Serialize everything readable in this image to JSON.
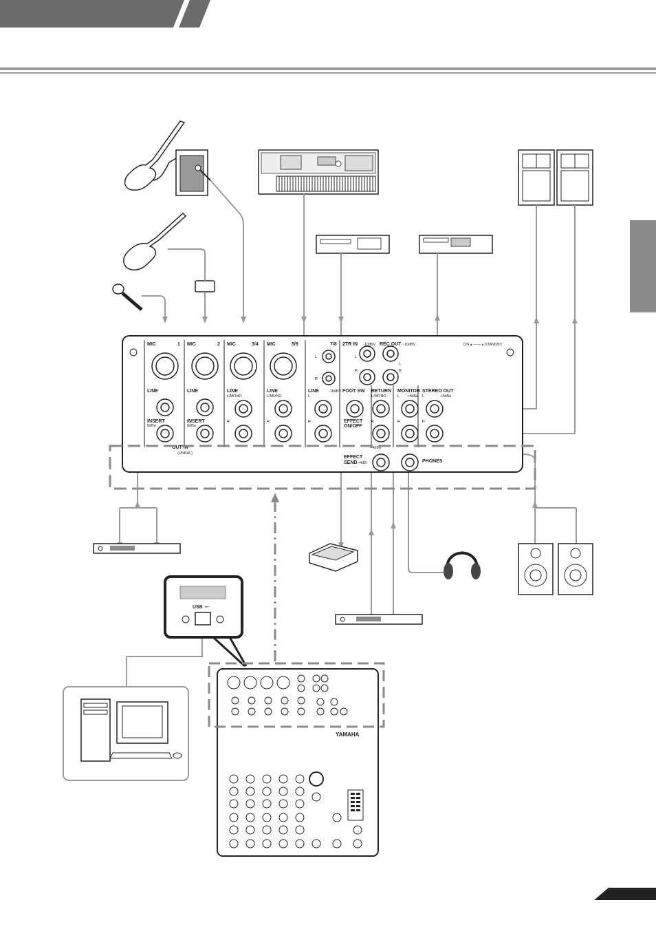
{
  "rear_panel": {
    "ch1_mic": "MIC",
    "ch1_num": "1",
    "ch2_mic": "MIC",
    "ch2_num": "2",
    "ch34_mic": "MIC",
    "ch34_num": "3/4",
    "ch56_mic": "MIC",
    "ch56_num": "5/6",
    "ch78_num": "7/8",
    "tr_in": "2TR IN",
    "tr_in_level": "-10dBV",
    "rec_out": "REC OUT",
    "rec_out_level": "-10dBV",
    "power": "ON ▴ —— ▴ STANDBY",
    "line": "LINE",
    "line_lmono": "L/MONO",
    "l": "L",
    "r": "R",
    "line_78_level": "-10dBV",
    "insert": "INSERT",
    "insert_level": "0dBu",
    "out_in": "OUT IN",
    "unbal": "(UNBAL)",
    "foot_sw": "FOOT SW",
    "effect_onoff_1": "EFFECT",
    "effect_onoff_2": "ON/OFF",
    "return": "RETURN",
    "return_lmono": "L/MONO",
    "return_level": "+4dBu",
    "effect_send_1": "EFFECT",
    "effect_send_2": "SEND",
    "effect_send_level": "+4dB",
    "monitor": "MONITOR",
    "monitor_level": "+4dBu",
    "stereo_out": "STEREO  OUT",
    "stereo_out_level": "+4dBu",
    "phones": "PHONES"
  },
  "usb_inset": {
    "usb_label": "USB"
  },
  "mixer": {
    "brand": "YAMAHA"
  }
}
